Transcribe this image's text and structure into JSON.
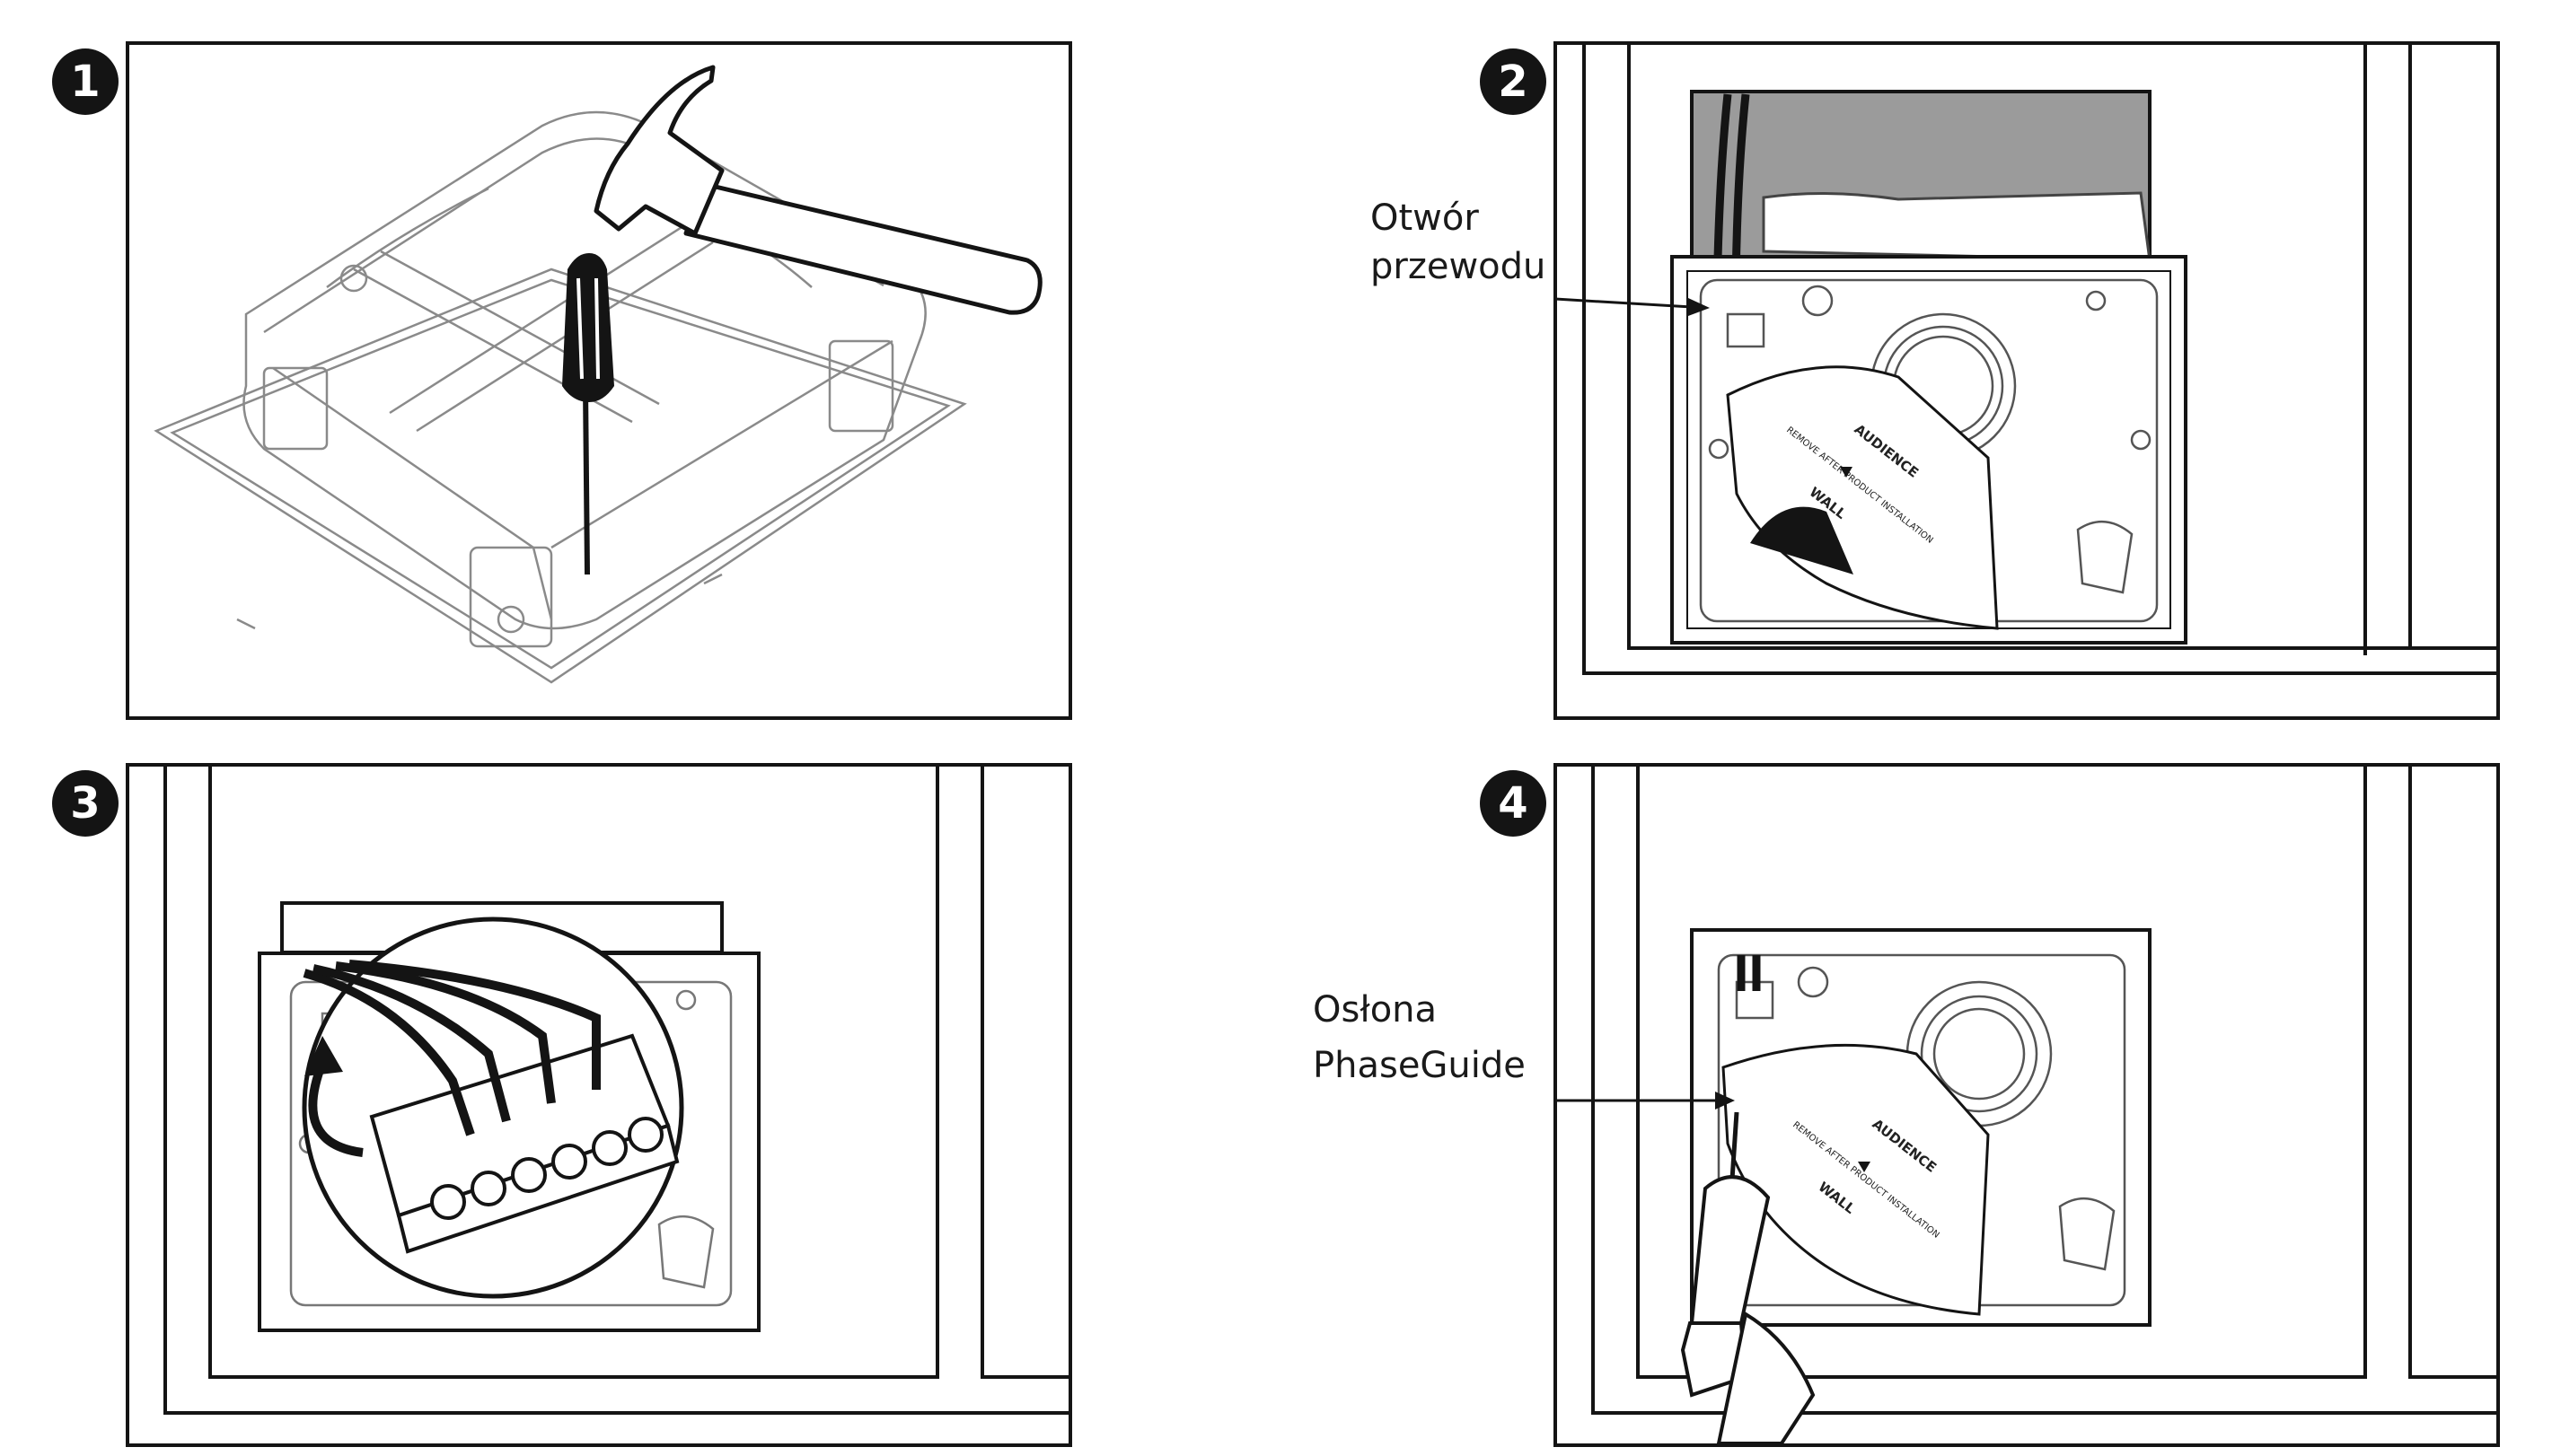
{
  "steps": [
    {
      "number": "1"
    },
    {
      "number": "2",
      "callout": [
        "Otwór",
        "przewodu"
      ],
      "labels": {
        "audience": "AUDIENCE",
        "wall": "WALL",
        "remove": "REMOVE AFTER PRODUCT INSTALLATION"
      }
    },
    {
      "number": "3"
    },
    {
      "number": "4",
      "callout": [
        "Osłona",
        "PhaseGuide"
      ],
      "labels": {
        "audience": "AUDIENCE",
        "wall": "WALL",
        "remove": "REMOVE AFTER PRODUCT INSTALLATION"
      }
    }
  ],
  "colors": {
    "line": "#141414",
    "gray_fill": "#9b9b9b",
    "light_line": "#777777"
  }
}
